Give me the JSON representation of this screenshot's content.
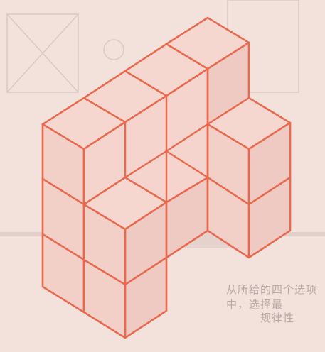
{
  "figure": {
    "kind": "isometric cube stack",
    "colors": {
      "background": "#f3e2dc",
      "edge": "#e9694f",
      "face_top": "#f6d7cf",
      "face_left": "#f2cfc7",
      "face_right": "#efcac2",
      "bleed_through": "#d9c3bd"
    }
  },
  "bleed_text": {
    "line1": "从所给的四个选项中，选择最",
    "line2": "规律性"
  }
}
